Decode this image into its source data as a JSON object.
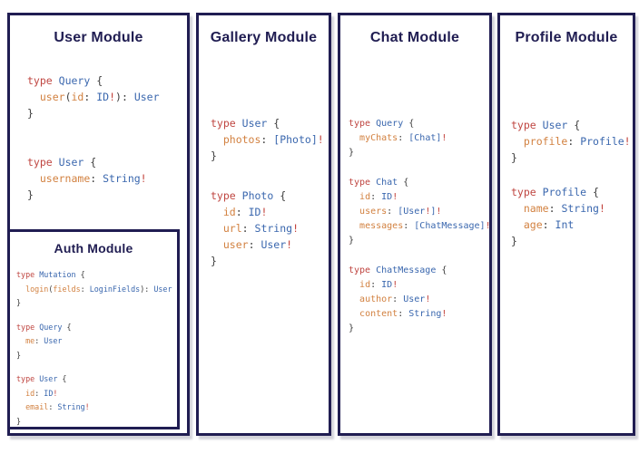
{
  "colors": {
    "border_navy": "#201d52",
    "title_navy": "#201d52",
    "keyword_red": "#bf4540",
    "type_blue": "#3a67ae",
    "field_orange": "#d28140",
    "punctuation_gray": "#3c3c3c",
    "bang_red": "#c2413a",
    "background": "#ffffff"
  },
  "panels": [
    {
      "title": "User Module",
      "blocks": [
        [
          [
            [
              "type",
              "k"
            ],
            [
              " ",
              "p"
            ],
            [
              "Query",
              "t"
            ],
            [
              " {",
              "p"
            ]
          ],
          [
            [
              "  ",
              "p"
            ],
            [
              "user",
              "f"
            ],
            [
              "(",
              "p"
            ],
            [
              "id",
              "f"
            ],
            [
              ":",
              "p"
            ],
            [
              " ",
              "p"
            ],
            [
              "ID",
              "t"
            ],
            [
              "!",
              "b"
            ],
            [
              "):",
              "p"
            ],
            [
              " ",
              "p"
            ],
            [
              "User",
              "t"
            ]
          ],
          [
            [
              "}",
              "p"
            ]
          ]
        ],
        [
          [
            [
              "type",
              "k"
            ],
            [
              " ",
              "p"
            ],
            [
              "User",
              "t"
            ],
            [
              " {",
              "p"
            ]
          ],
          [
            [
              "  ",
              "p"
            ],
            [
              "username",
              "f"
            ],
            [
              ":",
              "p"
            ],
            [
              " ",
              "p"
            ],
            [
              "String",
              "t"
            ],
            [
              "!",
              "b"
            ]
          ],
          [
            [
              "}",
              "p"
            ]
          ]
        ]
      ],
      "nested": {
        "title": "Auth Module",
        "blocks": [
          [
            [
              [
                "type",
                "k"
              ],
              [
                " ",
                "p"
              ],
              [
                "Mutation",
                "t"
              ],
              [
                " {",
                "p"
              ]
            ],
            [
              [
                "  ",
                "p"
              ],
              [
                "login",
                "f"
              ],
              [
                "(",
                "p"
              ],
              [
                "fields",
                "f"
              ],
              [
                ":",
                "p"
              ],
              [
                " ",
                "p"
              ],
              [
                "LoginFields",
                "t"
              ],
              [
                "):",
                "p"
              ],
              [
                " ",
                "p"
              ],
              [
                "User",
                "t"
              ]
            ],
            [
              [
                "}",
                "p"
              ]
            ]
          ],
          [
            [
              [
                "type",
                "k"
              ],
              [
                " ",
                "p"
              ],
              [
                "Query",
                "t"
              ],
              [
                " {",
                "p"
              ]
            ],
            [
              [
                "  ",
                "p"
              ],
              [
                "me",
                "f"
              ],
              [
                ":",
                "p"
              ],
              [
                " ",
                "p"
              ],
              [
                "User",
                "t"
              ]
            ],
            [
              [
                "}",
                "p"
              ]
            ]
          ],
          [
            [
              [
                "type",
                "k"
              ],
              [
                " ",
                "p"
              ],
              [
                "User",
                "t"
              ],
              [
                " {",
                "p"
              ]
            ],
            [
              [
                "  ",
                "p"
              ],
              [
                "id",
                "f"
              ],
              [
                ":",
                "p"
              ],
              [
                " ",
                "p"
              ],
              [
                "ID",
                "t"
              ],
              [
                "!",
                "b"
              ]
            ],
            [
              [
                "  ",
                "p"
              ],
              [
                "email",
                "f"
              ],
              [
                ":",
                "p"
              ],
              [
                " ",
                "p"
              ],
              [
                "String",
                "t"
              ],
              [
                "!",
                "b"
              ]
            ],
            [
              [
                "}",
                "p"
              ]
            ]
          ]
        ]
      }
    },
    {
      "title": "Gallery Module",
      "blocks": [
        [
          [
            [
              "type",
              "k"
            ],
            [
              " ",
              "p"
            ],
            [
              "User",
              "t"
            ],
            [
              " {",
              "p"
            ]
          ],
          [
            [
              "  ",
              "p"
            ],
            [
              "photos",
              "f"
            ],
            [
              ":",
              "p"
            ],
            [
              " ",
              "p"
            ],
            [
              "[Photo]",
              "t"
            ],
            [
              "!",
              "b"
            ]
          ],
          [
            [
              "}",
              "p"
            ]
          ]
        ],
        [
          [
            [
              "type",
              "k"
            ],
            [
              " ",
              "p"
            ],
            [
              "Photo",
              "t"
            ],
            [
              " {",
              "p"
            ]
          ],
          [
            [
              "  ",
              "p"
            ],
            [
              "id",
              "f"
            ],
            [
              ":",
              "p"
            ],
            [
              " ",
              "p"
            ],
            [
              "ID",
              "t"
            ],
            [
              "!",
              "b"
            ]
          ],
          [
            [
              "  ",
              "p"
            ],
            [
              "url",
              "f"
            ],
            [
              ":",
              "p"
            ],
            [
              " ",
              "p"
            ],
            [
              "String",
              "t"
            ],
            [
              "!",
              "b"
            ]
          ],
          [
            [
              "  ",
              "p"
            ],
            [
              "user",
              "f"
            ],
            [
              ":",
              "p"
            ],
            [
              " ",
              "p"
            ],
            [
              "User",
              "t"
            ],
            [
              "!",
              "b"
            ]
          ],
          [
            [
              "}",
              "p"
            ]
          ]
        ]
      ]
    },
    {
      "title": "Chat Module",
      "blocks": [
        [
          [
            [
              "type",
              "k"
            ],
            [
              " ",
              "p"
            ],
            [
              "Query",
              "t"
            ],
            [
              " {",
              "p"
            ]
          ],
          [
            [
              "  ",
              "p"
            ],
            [
              "myChats",
              "f"
            ],
            [
              ":",
              "p"
            ],
            [
              " ",
              "p"
            ],
            [
              "[Chat]",
              "t"
            ],
            [
              "!",
              "b"
            ]
          ],
          [
            [
              "}",
              "p"
            ]
          ]
        ],
        [
          [
            [
              "type",
              "k"
            ],
            [
              " ",
              "p"
            ],
            [
              "Chat",
              "t"
            ],
            [
              " {",
              "p"
            ]
          ],
          [
            [
              "  ",
              "p"
            ],
            [
              "id",
              "f"
            ],
            [
              ":",
              "p"
            ],
            [
              " ",
              "p"
            ],
            [
              "ID",
              "t"
            ],
            [
              "!",
              "b"
            ]
          ],
          [
            [
              "  ",
              "p"
            ],
            [
              "users",
              "f"
            ],
            [
              ":",
              "p"
            ],
            [
              " ",
              "p"
            ],
            [
              "[User",
              "t"
            ],
            [
              "!",
              "b"
            ],
            [
              "]",
              "t"
            ],
            [
              "!",
              "b"
            ]
          ],
          [
            [
              "  ",
              "p"
            ],
            [
              "messages",
              "f"
            ],
            [
              ":",
              "p"
            ],
            [
              " ",
              "p"
            ],
            [
              "[ChatMessage]",
              "t"
            ],
            [
              "!",
              "b"
            ]
          ],
          [
            [
              "}",
              "p"
            ]
          ]
        ],
        [
          [
            [
              "type",
              "k"
            ],
            [
              " ",
              "p"
            ],
            [
              "ChatMessage",
              "t"
            ],
            [
              " {",
              "p"
            ]
          ],
          [
            [
              "  ",
              "p"
            ],
            [
              "id",
              "f"
            ],
            [
              ":",
              "p"
            ],
            [
              " ",
              "p"
            ],
            [
              "ID",
              "t"
            ],
            [
              "!",
              "b"
            ]
          ],
          [
            [
              "  ",
              "p"
            ],
            [
              "author",
              "f"
            ],
            [
              ":",
              "p"
            ],
            [
              " ",
              "p"
            ],
            [
              "User",
              "t"
            ],
            [
              "!",
              "b"
            ]
          ],
          [
            [
              "  ",
              "p"
            ],
            [
              "content",
              "f"
            ],
            [
              ":",
              "p"
            ],
            [
              " ",
              "p"
            ],
            [
              "String",
              "t"
            ],
            [
              "!",
              "b"
            ]
          ],
          [
            [
              "}",
              "p"
            ]
          ]
        ]
      ]
    },
    {
      "title": "Profile Module",
      "blocks": [
        [
          [
            [
              "type",
              "k"
            ],
            [
              " ",
              "p"
            ],
            [
              "User",
              "t"
            ],
            [
              " {",
              "p"
            ]
          ],
          [
            [
              "  ",
              "p"
            ],
            [
              "profile",
              "f"
            ],
            [
              ":",
              "p"
            ],
            [
              " ",
              "p"
            ],
            [
              "Profile",
              "t"
            ],
            [
              "!",
              "b"
            ]
          ],
          [
            [
              "}",
              "p"
            ]
          ]
        ],
        [
          [
            [
              "type",
              "k"
            ],
            [
              " ",
              "p"
            ],
            [
              "Profile",
              "t"
            ],
            [
              " {",
              "p"
            ]
          ],
          [
            [
              "  ",
              "p"
            ],
            [
              "name",
              "f"
            ],
            [
              ":",
              "p"
            ],
            [
              " ",
              "p"
            ],
            [
              "String",
              "t"
            ],
            [
              "!",
              "b"
            ]
          ],
          [
            [
              "  ",
              "p"
            ],
            [
              "age",
              "f"
            ],
            [
              ":",
              "p"
            ],
            [
              " ",
              "p"
            ],
            [
              "Int",
              "t"
            ]
          ],
          [
            [
              "}",
              "p"
            ]
          ]
        ]
      ]
    }
  ]
}
